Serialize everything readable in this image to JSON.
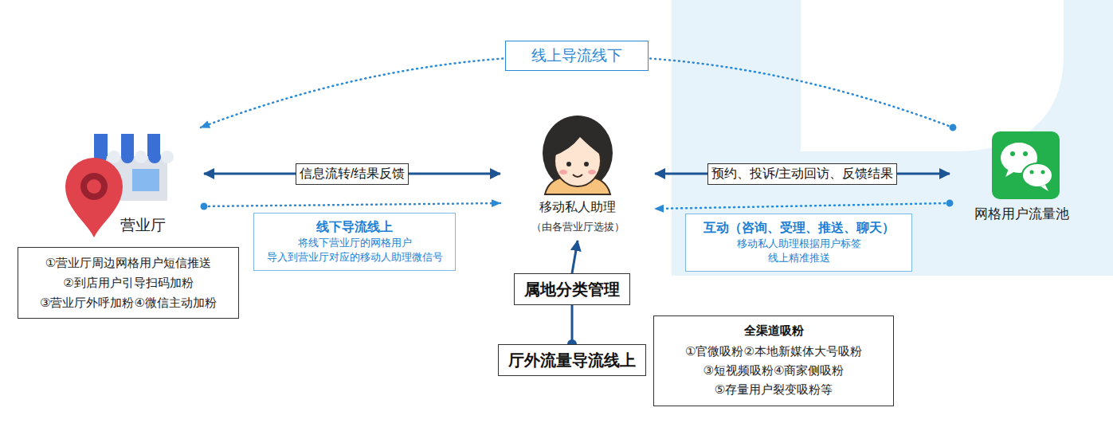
{
  "diagram": {
    "nodes": [
      {
        "text": [
          "营业厅"
        ]
      },
      {
        "text": [
          "①营业厅周边网格用户短信推送 ②到店用户引导扫码加粉 ③营业厅外呼加粉④微信主动加粉"
        ]
      },
      {
        "text": [
          "线下导流线上",
          "将线下营业厅的网格用户 导入到营业厅对应的移动人助理微信号"
        ]
      },
      {
        "text": [
          "移动私人助理",
          "（由各营业厅选拔）"
        ]
      },
      {
        "text": [
          "互动（咨询、受理、推送、聊天）",
          "移动私人助理根据用户标签 线上精准推送"
        ]
      },
      {
        "text": [
          "网格用户流量池"
        ]
      },
      {
        "text": [
          "属地分类管理"
        ]
      },
      {
        "text": [
          "厅外流量导流线上"
        ]
      },
      {
        "text": [
          "全渠道吸粉",
          "①官微吸粉②本地新媒体大号吸粉 ③短视频吸粉④商家侧吸粉 ⑤存量用户裂变吸粉等"
        ]
      }
    ],
    "edges": [
      {
        "from": 5,
        "to": 0,
        "arrow": "to",
        "label": "线上导流线下"
      },
      {
        "from": 0,
        "to": 3,
        "arrow": "both",
        "label": "信息流转/结果反馈"
      },
      {
        "from": 3,
        "to": 5,
        "arrow": "both",
        "label": "预约、投诉/主动回访、反馈结果"
      },
      {
        "from": 0,
        "to": 3,
        "arrow": "to"
      },
      {
        "from": 5,
        "to": 3,
        "arrow": "to"
      },
      {
        "from": 7,
        "to": 6,
        "arrow": "none"
      },
      {
        "from": 6,
        "to": 3,
        "arrow": "to"
      }
    ]
  }
}
